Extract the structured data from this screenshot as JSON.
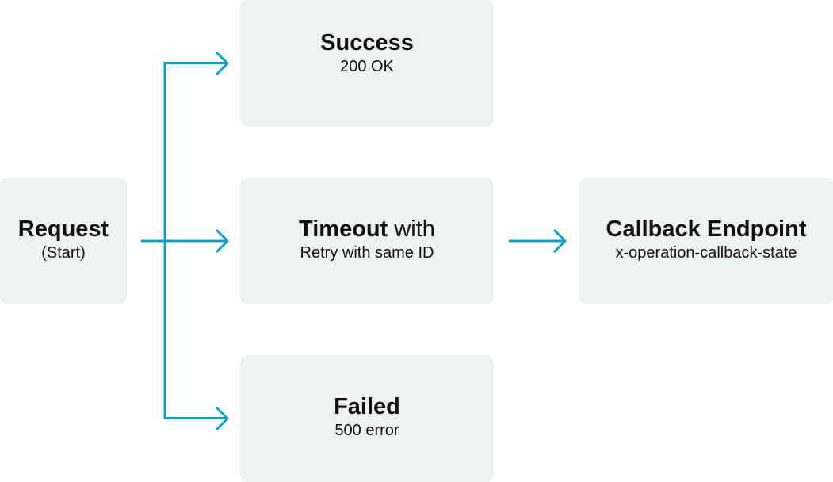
{
  "colors": {
    "node_fill": "#eef2f2",
    "connector": "#0aa0c8",
    "text": "#111111"
  },
  "nodes": {
    "request": {
      "title": "Request",
      "subtitle": "(Start)"
    },
    "success": {
      "title": "Success",
      "subtitle": "200 OK"
    },
    "timeout": {
      "title": "Timeout",
      "title_suffix": " with",
      "subtitle": "Retry with same ID"
    },
    "failed": {
      "title": "Failed",
      "subtitle": "500 error"
    },
    "callback": {
      "title": "Callback Endpoint",
      "subtitle": "x-operation-callback-state"
    }
  },
  "edges": [
    {
      "from": "request",
      "to": "success"
    },
    {
      "from": "request",
      "to": "timeout"
    },
    {
      "from": "request",
      "to": "failed"
    },
    {
      "from": "timeout",
      "to": "callback"
    }
  ]
}
